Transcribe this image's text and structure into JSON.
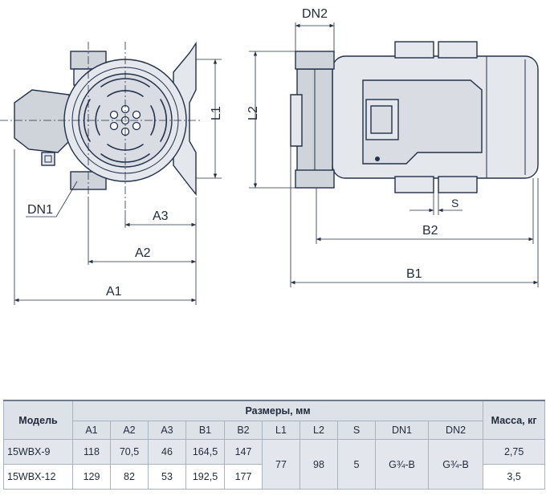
{
  "drawing": {
    "labels": {
      "dn1": "DN1",
      "dn2": "DN2",
      "l1": "L1",
      "l2": "L2",
      "a1": "A1",
      "a2": "A2",
      "a3": "A3",
      "b1": "B1",
      "b2": "B2",
      "s": "S"
    }
  },
  "table": {
    "model_header": "Модель",
    "dims_header": "Размеры, мм",
    "mass_header": "Масса, кг",
    "columns": [
      "A1",
      "A2",
      "A3",
      "B1",
      "B2",
      "L1",
      "L2",
      "S",
      "DN1",
      "DN2"
    ],
    "rows": [
      {
        "model": "15WBX-9",
        "A1": "118",
        "A2": "70,5",
        "A3": "46",
        "B1": "164,5",
        "B2": "147",
        "mass": "2,75"
      },
      {
        "model": "15WBX-12",
        "A1": "129",
        "A2": "82",
        "A3": "53",
        "B1": "192,5",
        "B2": "177",
        "mass": "3,5"
      }
    ],
    "shared": {
      "L1": "77",
      "L2": "98",
      "S": "5",
      "DN1": "G¾-B",
      "DN2": "G¾-B"
    }
  }
}
